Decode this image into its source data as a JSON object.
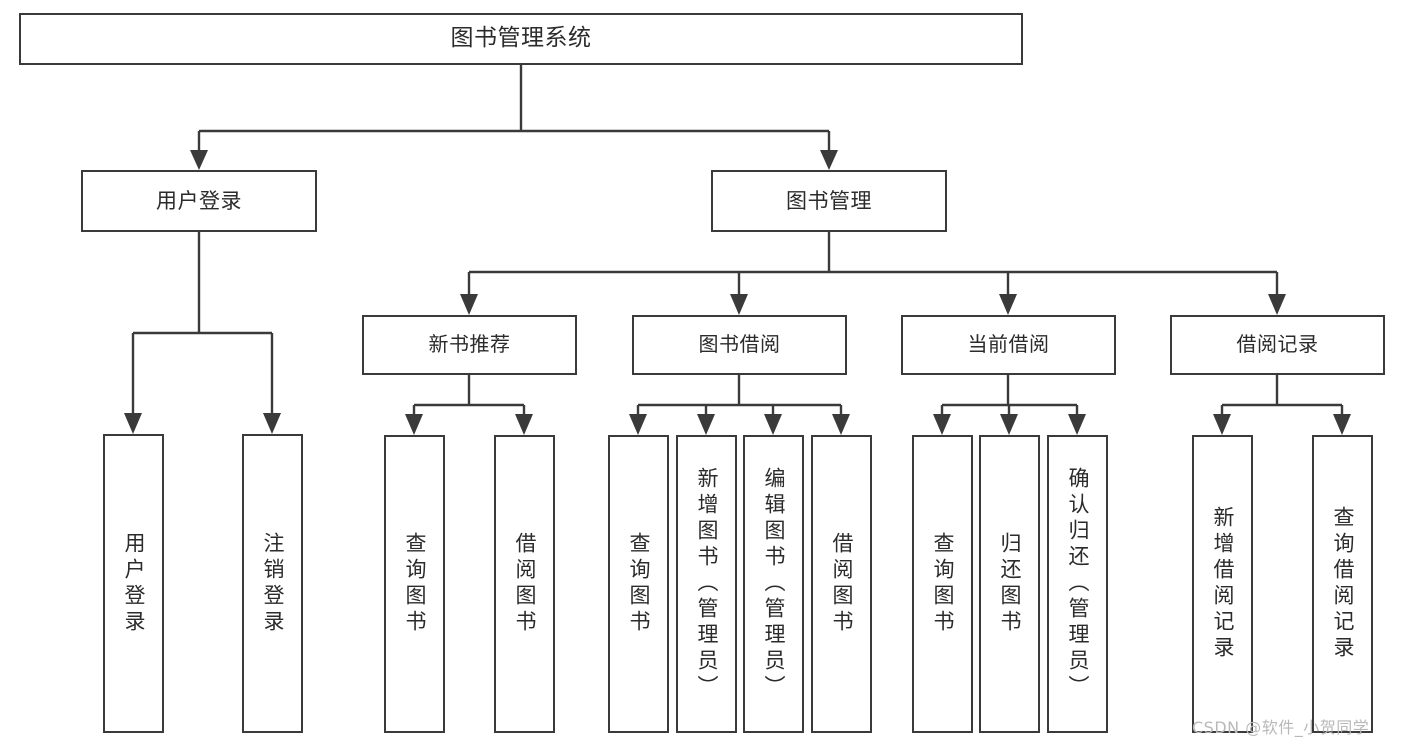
{
  "diagram": {
    "title": "图书管理系统",
    "watermark": "CSDN @软件_小贺同学",
    "accent_color": "#3a3a3a",
    "background_color": "#ffffff",
    "nodes": {
      "root": {
        "label": "图书管理系统"
      },
      "level2": [
        {
          "id": "user-login",
          "label": "用户登录"
        },
        {
          "id": "book-management",
          "label": "图书管理"
        }
      ],
      "level3": [
        {
          "id": "new-book-recommend",
          "label": "新书推荐"
        },
        {
          "id": "book-borrow",
          "label": "图书借阅"
        },
        {
          "id": "current-borrow",
          "label": "当前借阅"
        },
        {
          "id": "borrow-record",
          "label": "借阅记录"
        }
      ],
      "leaves": {
        "user_login": [
          {
            "id": "leaf-user-login",
            "label": "用户登录"
          },
          {
            "id": "leaf-logout-login",
            "label": "注销登录"
          }
        ],
        "new_book_recommend": [
          {
            "id": "leaf-query-book-1",
            "label": "查询图书"
          },
          {
            "id": "leaf-borrow-book-1",
            "label": "借阅图书"
          }
        ],
        "book_borrow": [
          {
            "id": "leaf-query-book-2",
            "label": "查询图书"
          },
          {
            "id": "leaf-add-book",
            "label": "新增图书（管理员）"
          },
          {
            "id": "leaf-edit-book",
            "label": "编辑图书（管理员）"
          },
          {
            "id": "leaf-borrow-book-2",
            "label": "借阅图书"
          }
        ],
        "current_borrow": [
          {
            "id": "leaf-query-book-3",
            "label": "查询图书"
          },
          {
            "id": "leaf-return-book",
            "label": "归还图书"
          },
          {
            "id": "leaf-confirm-return",
            "label": "确认归还（管理员）"
          }
        ],
        "borrow_record": [
          {
            "id": "leaf-add-record",
            "label": "新增借阅记录"
          },
          {
            "id": "leaf-query-record",
            "label": "查询借阅记录"
          }
        ]
      }
    }
  }
}
